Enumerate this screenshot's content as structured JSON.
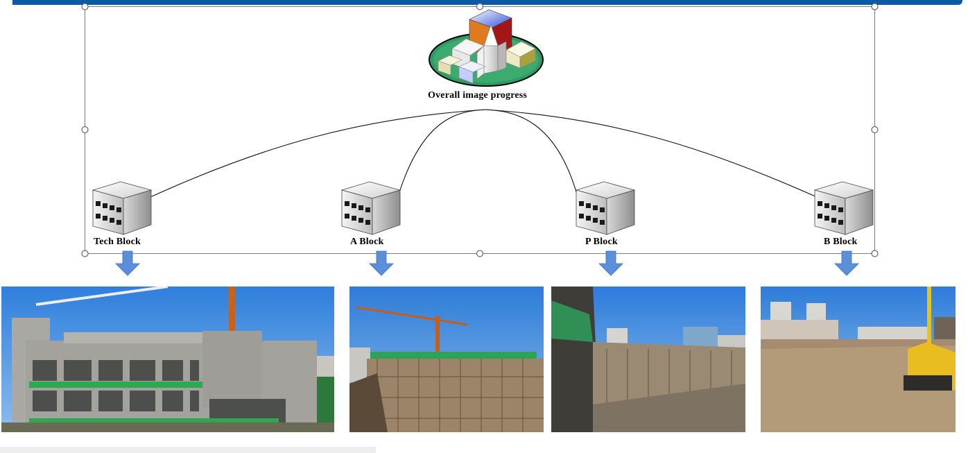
{
  "overall": {
    "label": "Overall image progress",
    "icon": "town-icon"
  },
  "blocks": [
    {
      "label": "Tech Block",
      "icon": "building-icon",
      "photo": "construction-photo"
    },
    {
      "label": "A Block",
      "icon": "building-icon",
      "photo": "construction-photo"
    },
    {
      "label": "P Block",
      "icon": "building-icon",
      "photo": "construction-photo"
    },
    {
      "label": "B Block",
      "icon": "building-icon",
      "photo": "construction-photo"
    }
  ],
  "colors": {
    "top_bar": "#0b5aa8",
    "arrow": "#5b8fd9",
    "sky": "#3f8be0",
    "concrete": "#a7a6a0",
    "soil": "#b79d7c",
    "crane": "#d8772a"
  }
}
